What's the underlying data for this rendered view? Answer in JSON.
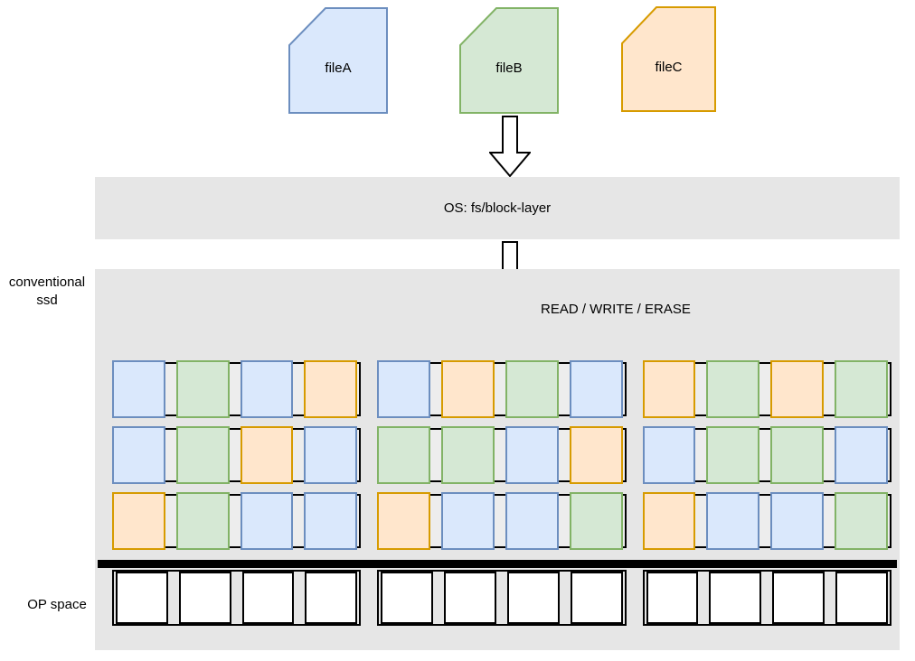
{
  "palette": {
    "blue_fill": "#dae8fc",
    "blue_stroke": "#6c8ebf",
    "green_fill": "#d5e8d4",
    "green_stroke": "#82b366",
    "orange_fill": "#ffe6cc",
    "orange_stroke": "#d79b00",
    "white_fill": "#ffffff",
    "black": "#000000",
    "band_gray": "#e6e6e6",
    "group_gap_gray": "#ededed"
  },
  "files": [
    {
      "label": "fileA",
      "color": "blue"
    },
    {
      "label": "fileB",
      "color": "green"
    },
    {
      "label": "fileC",
      "color": "orange"
    }
  ],
  "os_band": {
    "label": "OS: fs/block-layer"
  },
  "arrows": {
    "flow_label": "READ / WRITE / ERASE"
  },
  "ssd": {
    "label_line1": "conventional",
    "label_line2": "ssd",
    "rows": [
      {
        "groups": [
          [
            "blue",
            "green",
            "blue",
            "orange"
          ],
          [
            "blue",
            "orange",
            "green",
            "blue"
          ],
          [
            "orange",
            "green",
            "orange",
            "green"
          ]
        ]
      },
      {
        "groups": [
          [
            "blue",
            "green",
            "orange",
            "blue"
          ],
          [
            "green",
            "green",
            "blue",
            "orange"
          ],
          [
            "blue",
            "green",
            "green",
            "blue"
          ]
        ]
      },
      {
        "groups": [
          [
            "orange",
            "green",
            "blue",
            "blue"
          ],
          [
            "orange",
            "blue",
            "blue",
            "green"
          ],
          [
            "orange",
            "blue",
            "blue",
            "green"
          ]
        ]
      }
    ],
    "op": {
      "label": "OP space",
      "groups": [
        [
          "white",
          "white",
          "white",
          "white"
        ],
        [
          "white",
          "white",
          "white",
          "white"
        ],
        [
          "white",
          "white",
          "white",
          "white"
        ]
      ]
    }
  }
}
